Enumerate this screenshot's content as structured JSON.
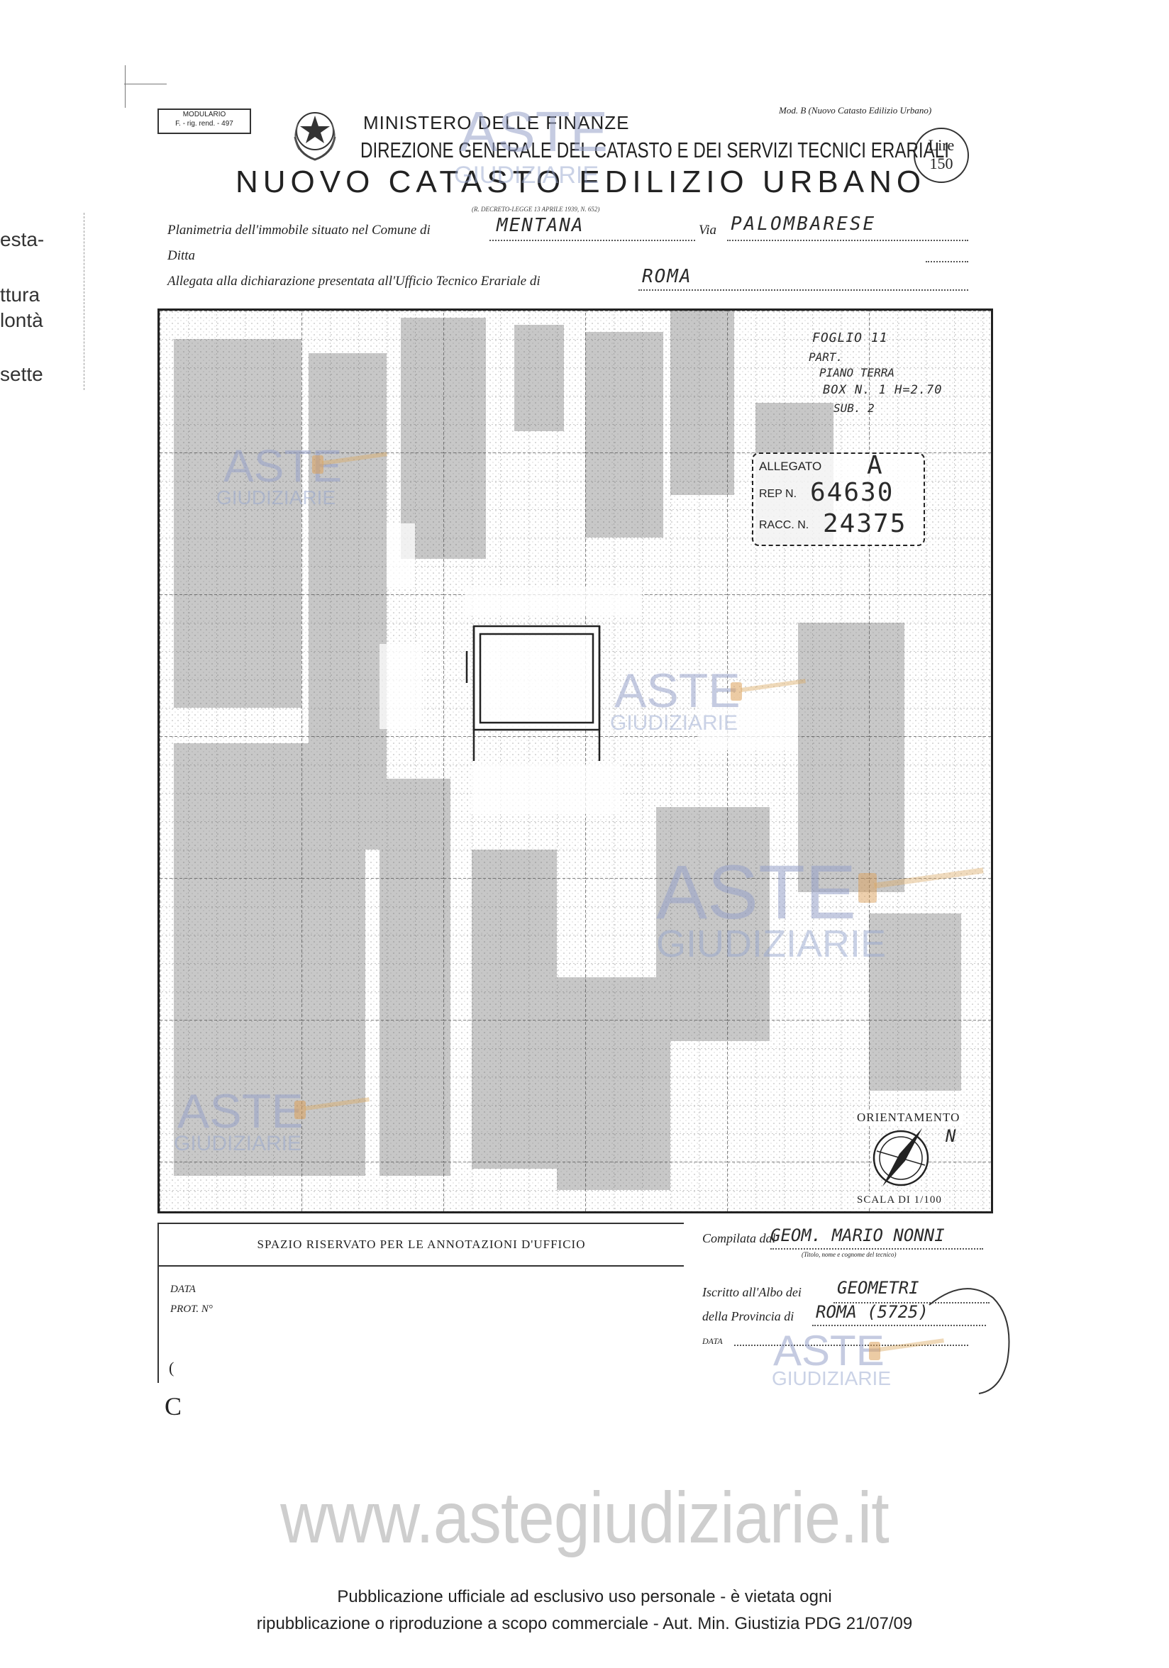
{
  "margin_fragments": [
    "esta-",
    "ttura",
    "lontà",
    "sette"
  ],
  "header": {
    "modulario_line1": "MODULARIO",
    "modulario_line2": "F. - rig. rend. - 497",
    "ministero": "MINISTERO DELLE FINANZE",
    "direzione": "DIREZIONE GENERALE DEL CATASTO E DEI SERVIZI TECNICI ERARIALI",
    "title": "NUOVO CATASTO EDILIZIO URBANO",
    "decreto": "(R. DECRETO-LEGGE 13 APRILE 1939, N. 652)",
    "mod": "Mod. B (Nuovo Catasto Edilizio Urbano)",
    "lire_label": "Lire",
    "lire_value": "150"
  },
  "form": {
    "planimetria_label": "Planimetria dell'immobile situato nel Comune di",
    "comune": "MENTANA",
    "via_label": "Via",
    "via": "PALOMBARESE",
    "ditta_label": "Ditta",
    "allegata_label": "Allegata alla dichiarazione presentata all'Ufficio Tecnico Erariale di",
    "ufficio": "ROMA"
  },
  "plan": {
    "notes": [
      "FOGLIO 11",
      "PART.",
      "PIANO TERRA",
      "BOX N. 1 H=2.70",
      "SUB. 2"
    ],
    "stamp": {
      "allegato_label": "ALLEGATO",
      "allegato_value": "A",
      "rep_label": "REP N.",
      "rep_value": "64630",
      "racc_label": "RACC. N.",
      "racc_value": "24375"
    },
    "orientamento": "ORIENTAMENTO",
    "north": "N",
    "scala": "SCALA DI 1/100"
  },
  "annotations": {
    "header": "SPAZIO RISERVATO PER LE ANNOTAZIONI D'UFFICIO",
    "data_label": "DATA",
    "prot_label": "PROT. N°",
    "compilata_label": "Compilata dal",
    "compilata_value": "GEOM. MARIO NONNI",
    "compilata_hint": "(Titolo, nome e cognome del tecnico)",
    "iscritto_label": "Iscritto all'Albo dei",
    "iscritto_value": "GEOMETRI",
    "provincia_label": "della Provincia di",
    "provincia_value": "ROMA (5725)",
    "data2_label": "DATA"
  },
  "watermarks": {
    "aste": "ASTE",
    "giudiziarie": "GIUDIZIARIE",
    "url": "www.astegiudiziarie.it"
  },
  "footer": {
    "line1": "Pubblicazione ufficiale ad esclusivo uso personale - è vietata ogni",
    "line2": "ripubblicazione o riproduzione a scopo commerciale - Aut. Min. Giustizia PDG 21/07/09"
  }
}
